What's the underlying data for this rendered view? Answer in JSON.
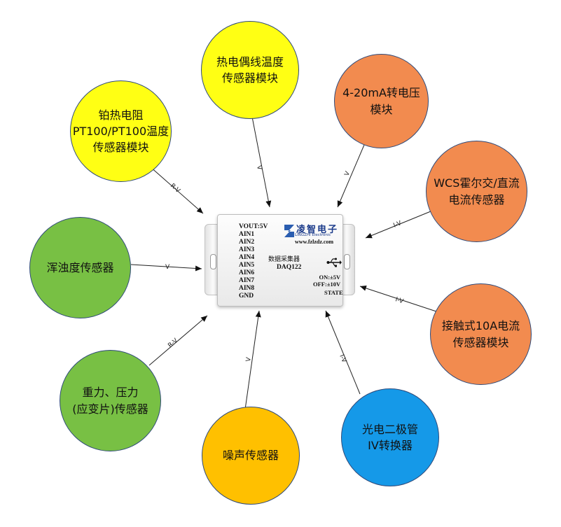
{
  "modules": {
    "thermocouple": "热电偶线温度\n传感器模块",
    "pt100": "铂热电阻\nPT100/PT100温度\n传感器模块",
    "current_to_voltage": "4-20mA转电压\n模块",
    "wcs_hall": "WCS霍尔交/直流\n电流传感器",
    "turbidity": "浑浊度传感器",
    "contact_current": "接触式10A电流\n传感器模块",
    "weight_pressure": "重力、压力\n(应变片)传感器",
    "noise": "噪声传感器",
    "photodiode": "光电二极管\nIV转换器"
  },
  "arrow_labels": {
    "thermocouple": "V",
    "pt100": "R-V",
    "current_to_voltage": "V",
    "wcs_hall": "I-V",
    "turbidity": "V",
    "contact_current": "I-V",
    "weight_pressure": "R-V",
    "noise": "V",
    "photodiode": "I-V"
  },
  "device": {
    "pins": [
      "VOUT:5V",
      "AIN1",
      "AIN2",
      "AIN3",
      "AIN4",
      "AIN5",
      "AIN6",
      "AIN7",
      "AIN8",
      "GND"
    ],
    "brand_cn": "凌智电子",
    "brand_en": "LINGZHI Electronic",
    "website": "www.fzlzdz.com",
    "name_cn": "数据采集器",
    "model": "DAQ122",
    "usb_symbol": "⭍",
    "on_text": "ON:±5V",
    "off_text": "OFF:±10V",
    "state_text": "STATE"
  },
  "colors": {
    "yellow": "#ffff14",
    "orange": "#f28b4f",
    "green": "#78c044",
    "gold": "#ffc000",
    "blue": "#1599e8",
    "border": "#2f4a7a"
  }
}
